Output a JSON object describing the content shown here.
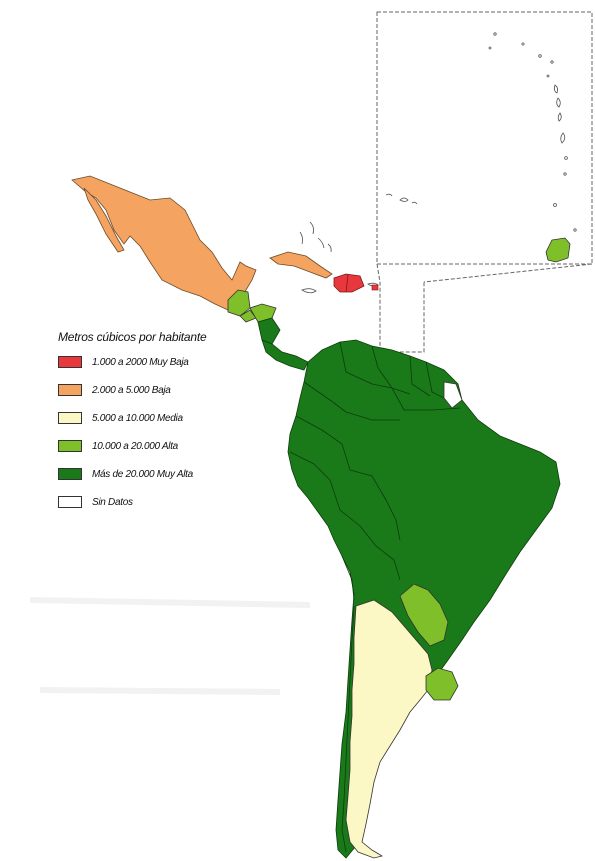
{
  "legend": {
    "title": "Metros cúbicos por habitante",
    "items": [
      {
        "label": "1.000 a 2000 Muy Baja",
        "color": "#e8383d"
      },
      {
        "label": "2.000 a 5.000 Baja",
        "color": "#f4a460"
      },
      {
        "label": "5.000 a 10.000 Media",
        "color": "#fcf8c6"
      },
      {
        "label": "10.000 a 20.000 Alta",
        "color": "#7fbf2a"
      },
      {
        "label": "Más de 20.000 Muy Alta",
        "color": "#1a7a1a"
      },
      {
        "label": "Sin Datos",
        "color": "#ffffff"
      }
    ]
  },
  "regions": {
    "mexico": {
      "category": "2.000 a 5.000 Baja",
      "color": "#f4a460"
    },
    "cuba": {
      "category": "2.000 a 5.000 Baja",
      "color": "#f4a460"
    },
    "haiti": {
      "category": "1.000 a 2000 Muy Baja",
      "color": "#e8383d"
    },
    "dominican_republic": {
      "category": "1.000 a 2000 Muy Baja",
      "color": "#e8383d"
    },
    "guatemala": {
      "category": "10.000 a 20.000 Alta",
      "color": "#7fbf2a"
    },
    "el_salvador": {
      "category": "10.000 a 20.000 Alta",
      "color": "#7fbf2a"
    },
    "honduras": {
      "category": "10.000 a 20.000 Alta",
      "color": "#7fbf2a"
    },
    "trinidad_tobago": {
      "category": "10.000 a 20.000 Alta",
      "color": "#7fbf2a"
    },
    "paraguay": {
      "category": "10.000 a 20.000 Alta",
      "color": "#7fbf2a"
    },
    "uruguay": {
      "category": "10.000 a 20.000 Alta",
      "color": "#7fbf2a"
    },
    "argentina": {
      "category": "5.000 a 10.000 Media",
      "color": "#fcf8c6"
    },
    "south_america_other": {
      "category": "Más de 20.000 Muy Alta",
      "color": "#1a7a1a"
    },
    "french_guiana": {
      "category": "Sin Datos",
      "color": "#ffffff"
    }
  }
}
